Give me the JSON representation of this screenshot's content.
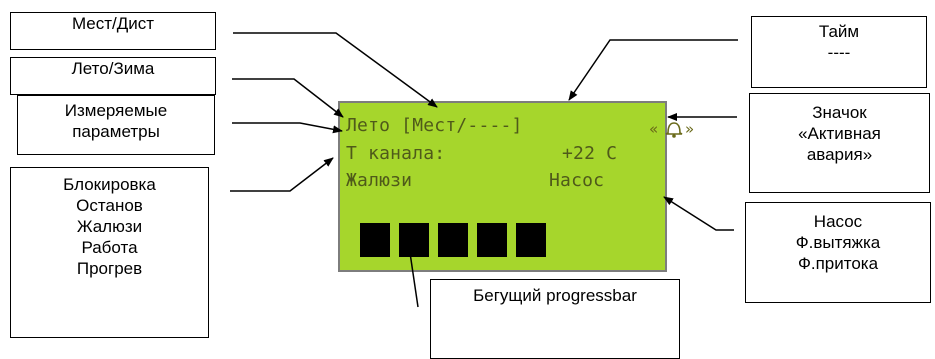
{
  "labels": {
    "mest_dist": "Мест/Дист",
    "leto_zima": "Лето/Зима",
    "measured": [
      "Измеряемые",
      "параметры"
    ],
    "modes": [
      "Блокировка",
      "Останов",
      "Жалюзи",
      "Работа",
      "Прогрев"
    ],
    "taim": [
      "Тайм",
      "----"
    ],
    "alarm_icon": [
      "Значок",
      "«Активная",
      "авария»"
    ],
    "pump": [
      "Насос",
      "Ф.вытяжка",
      "Ф.притока"
    ],
    "progress": "Бегущий progressbar"
  },
  "lcd": {
    "line1": "Лето [Мест/----]",
    "line2_label": "T канала:",
    "line2_value": "+22 С",
    "line3_left": "Жалюзи",
    "line3_right": "Насос",
    "icon_glyph": "«🔔»",
    "progress_blocks": 5,
    "background_color": "#a6d62c",
    "text_color": "#4f5a1a"
  }
}
